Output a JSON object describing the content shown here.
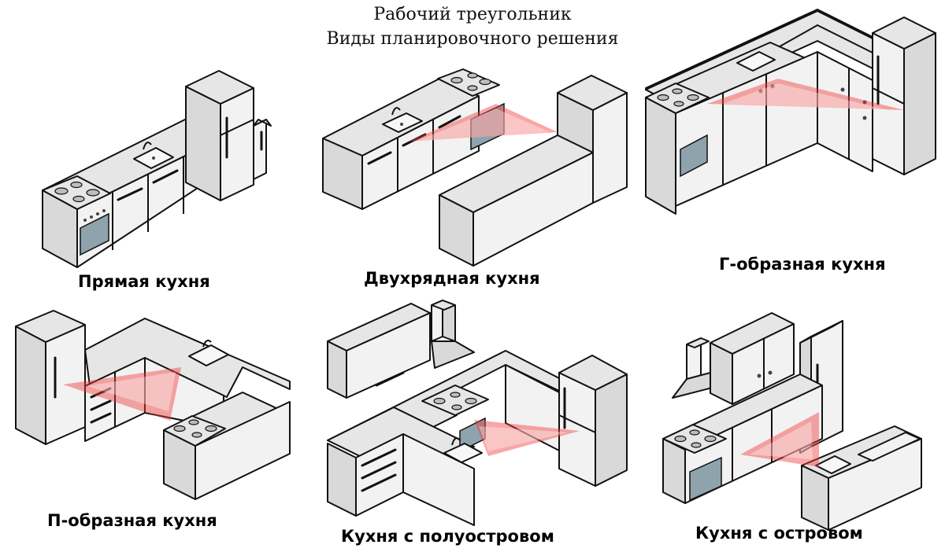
{
  "title": {
    "line1": "Рабочий треугольник",
    "line2": "Виды планировочного решения"
  },
  "layouts": [
    {
      "id": "straight",
      "label": "Прямая кухня",
      "has_triangle": false
    },
    {
      "id": "galley",
      "label": "Двухрядная кухня",
      "has_triangle": true
    },
    {
      "id": "l-shaped",
      "label": "Г-образная кухня",
      "has_triangle": true
    },
    {
      "id": "u-shaped",
      "label": "П-образная кухня",
      "has_triangle": true
    },
    {
      "id": "peninsula",
      "label": "Кухня с полуостровом",
      "has_triangle": true
    },
    {
      "id": "island",
      "label": "Кухня с островом",
      "has_triangle": true
    }
  ],
  "colors": {
    "triangle": "#f03c3c",
    "countertop": "#e6e6e6",
    "cabinet_front": "#f2f2f2",
    "oven_glass": "#8fa3ad"
  }
}
